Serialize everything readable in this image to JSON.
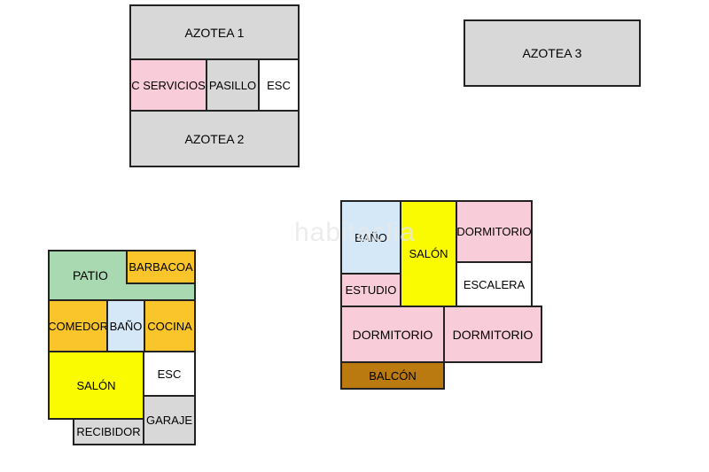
{
  "watermark": "habitaclia",
  "colors": {
    "gray": "#d8d8d8",
    "pink": "#f9ccd9",
    "white": "#ffffff",
    "green": "#a9d9b0",
    "orange": "#f9c52a",
    "lightblue": "#d4e8f8",
    "yellow": "#fbfb00",
    "brown": "#bb7a10"
  },
  "rooftop": {
    "azotea_1": "AZOTEA 1",
    "c_servicios": "C SERVICIOS",
    "pasillo": "PASILLO",
    "esc": "ESC",
    "azotea_2": "AZOTEA 2"
  },
  "azotea_3": "AZOTEA 3",
  "upper_floor": {
    "bano": "BAÑO",
    "salon": "SALÓN",
    "dormitorio_1": "DORMITORIO",
    "estudio": "ESTUDIO",
    "escalera": "ESCALERA",
    "dormitorio_2": "DORMITORIO",
    "dormitorio_3": "DORMITORIO",
    "balcon": "BALCÓN"
  },
  "ground_floor": {
    "patio": "PATIO",
    "barbacoa": "BARBACOA",
    "comedor": "COMEDOR",
    "bano": "BAÑO",
    "cocina": "COCINA",
    "salon": "SALÓN",
    "esc": "ESC",
    "recibidor": "RECIBIDOR",
    "garaje": "GARAJE"
  }
}
